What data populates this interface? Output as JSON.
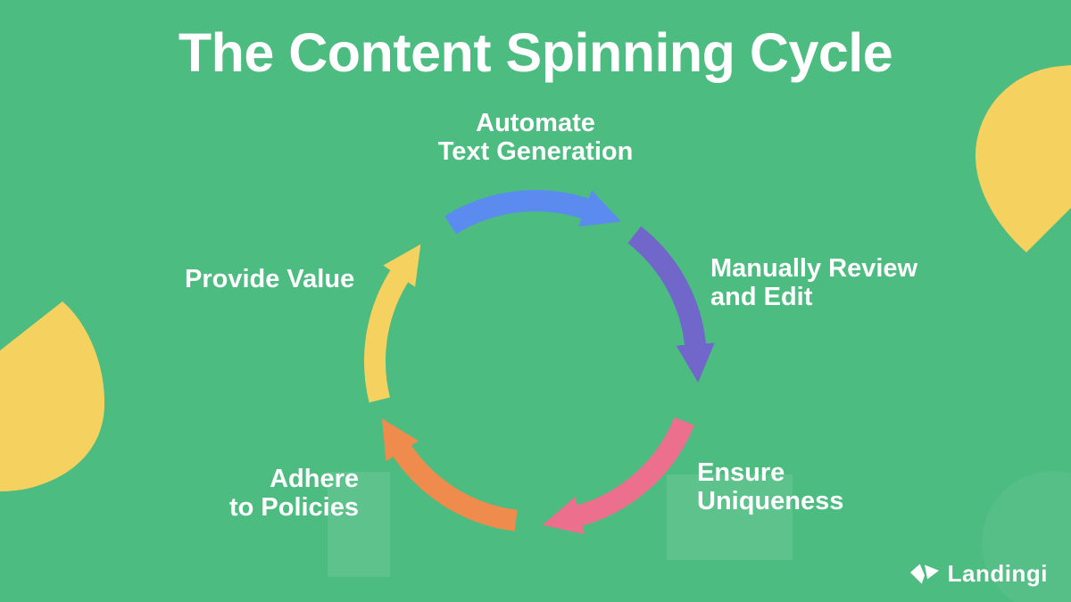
{
  "title": "The Content Spinning Cycle",
  "colors": {
    "background": "#4CBC80",
    "blue": "#5C8BF0",
    "purple": "#7166C9",
    "pink": "#ED6F8E",
    "orange": "#EF8C4D",
    "yellow": "#F5D160",
    "text": "#FFFFFF"
  },
  "cycle": {
    "direction": "clockwise",
    "steps": [
      {
        "name": "automate",
        "line1": "Automate",
        "line2": "Text Generation",
        "color": "#5C8BF0"
      },
      {
        "name": "review",
        "line1": "Manually Review",
        "line2": "and Edit",
        "color": "#7166C9"
      },
      {
        "name": "uniqueness",
        "line1": "Ensure",
        "line2": "Uniqueness",
        "color": "#ED6F8E"
      },
      {
        "name": "policies",
        "line1": "Adhere",
        "line2": "to Policies",
        "color": "#EF8C4D"
      },
      {
        "name": "value",
        "line1": "Provide Value",
        "line2": "",
        "color": "#F5D160"
      }
    ]
  },
  "logo": {
    "label": "Landingi"
  }
}
